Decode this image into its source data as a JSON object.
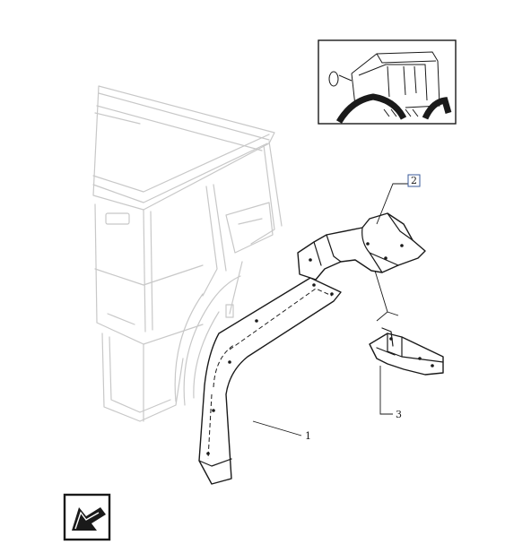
{
  "callouts": {
    "part_1": "1",
    "part_2": "2",
    "part_3": "3"
  },
  "icons": {
    "thumbnail": "tractor-thumbnail-icon",
    "navigation": "arrow-icon"
  },
  "colors": {
    "ink": "#1a1a1a",
    "ghost": "#c8c8c8",
    "callout_2_box": "#3a5a9a"
  }
}
